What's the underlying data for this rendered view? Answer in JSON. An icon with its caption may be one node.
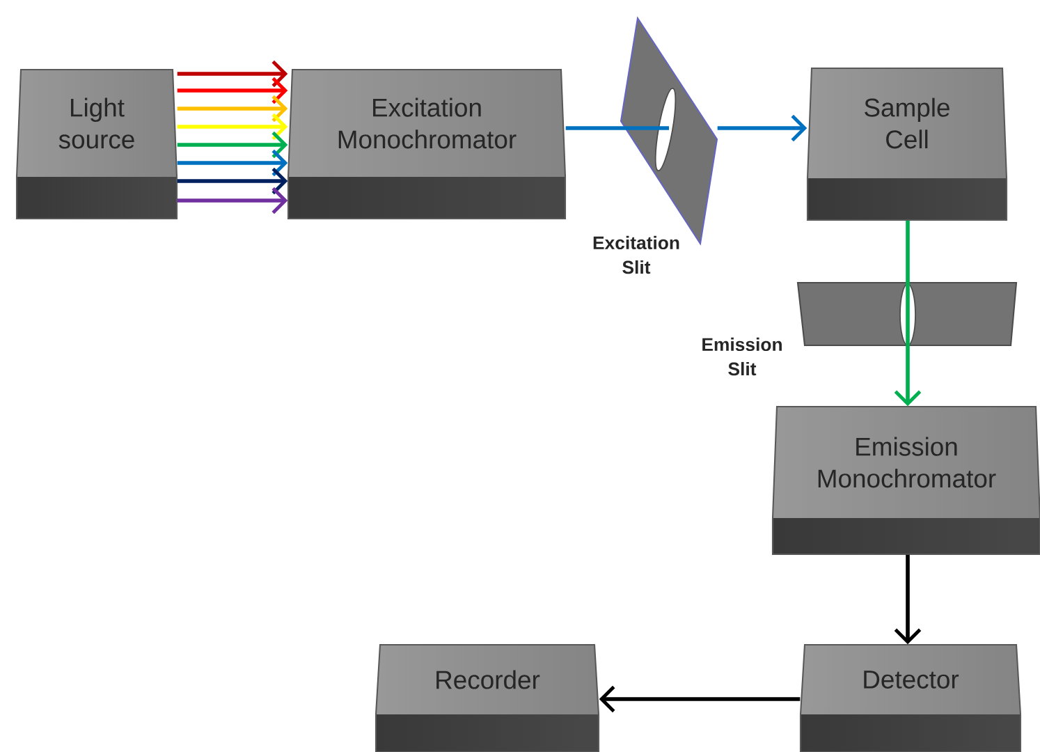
{
  "diagram": {
    "nodes": [
      {
        "text": [
          "Light source"
        ]
      },
      {
        "text": [
          "Excitation Monochromator"
        ]
      },
      {
        "text": [
          "Excitation Slit"
        ]
      },
      {
        "text": [
          "Sample Cell"
        ]
      },
      {
        "text": [
          "Emission Slit"
        ]
      },
      {
        "text": [
          "Emission Monochromator"
        ]
      },
      {
        "text": [
          "Detector"
        ]
      },
      {
        "text": [
          "Recorder"
        ]
      }
    ],
    "edges": [
      {
        "from": 0,
        "to": 1,
        "arrow": "to",
        "color": "#c00000"
      },
      {
        "from": 0,
        "to": 1,
        "arrow": "to",
        "color": "#ff0000"
      },
      {
        "from": 0,
        "to": 1,
        "arrow": "to",
        "color": "#ffc000"
      },
      {
        "from": 0,
        "to": 1,
        "arrow": "to",
        "color": "#ffff00"
      },
      {
        "from": 0,
        "to": 1,
        "arrow": "to",
        "color": "#00b050"
      },
      {
        "from": 0,
        "to": 1,
        "arrow": "to",
        "color": "#0070c0"
      },
      {
        "from": 0,
        "to": 1,
        "arrow": "to",
        "color": "#002060"
      },
      {
        "from": 0,
        "to": 1,
        "arrow": "to",
        "color": "#7030a0"
      },
      {
        "from": 1,
        "to": 2,
        "arrow": "none",
        "color": "#0070c0"
      },
      {
        "from": 2,
        "to": 3,
        "arrow": "to",
        "color": "#0070c0"
      },
      {
        "from": 3,
        "to": 4,
        "arrow": "none",
        "color": "#00b050"
      },
      {
        "from": 4,
        "to": 5,
        "arrow": "to",
        "color": "#00b050"
      },
      {
        "from": 5,
        "to": 6,
        "arrow": "to",
        "color": "#000000"
      },
      {
        "from": 6,
        "to": 7,
        "arrow": "to",
        "color": "#000000"
      }
    ]
  }
}
